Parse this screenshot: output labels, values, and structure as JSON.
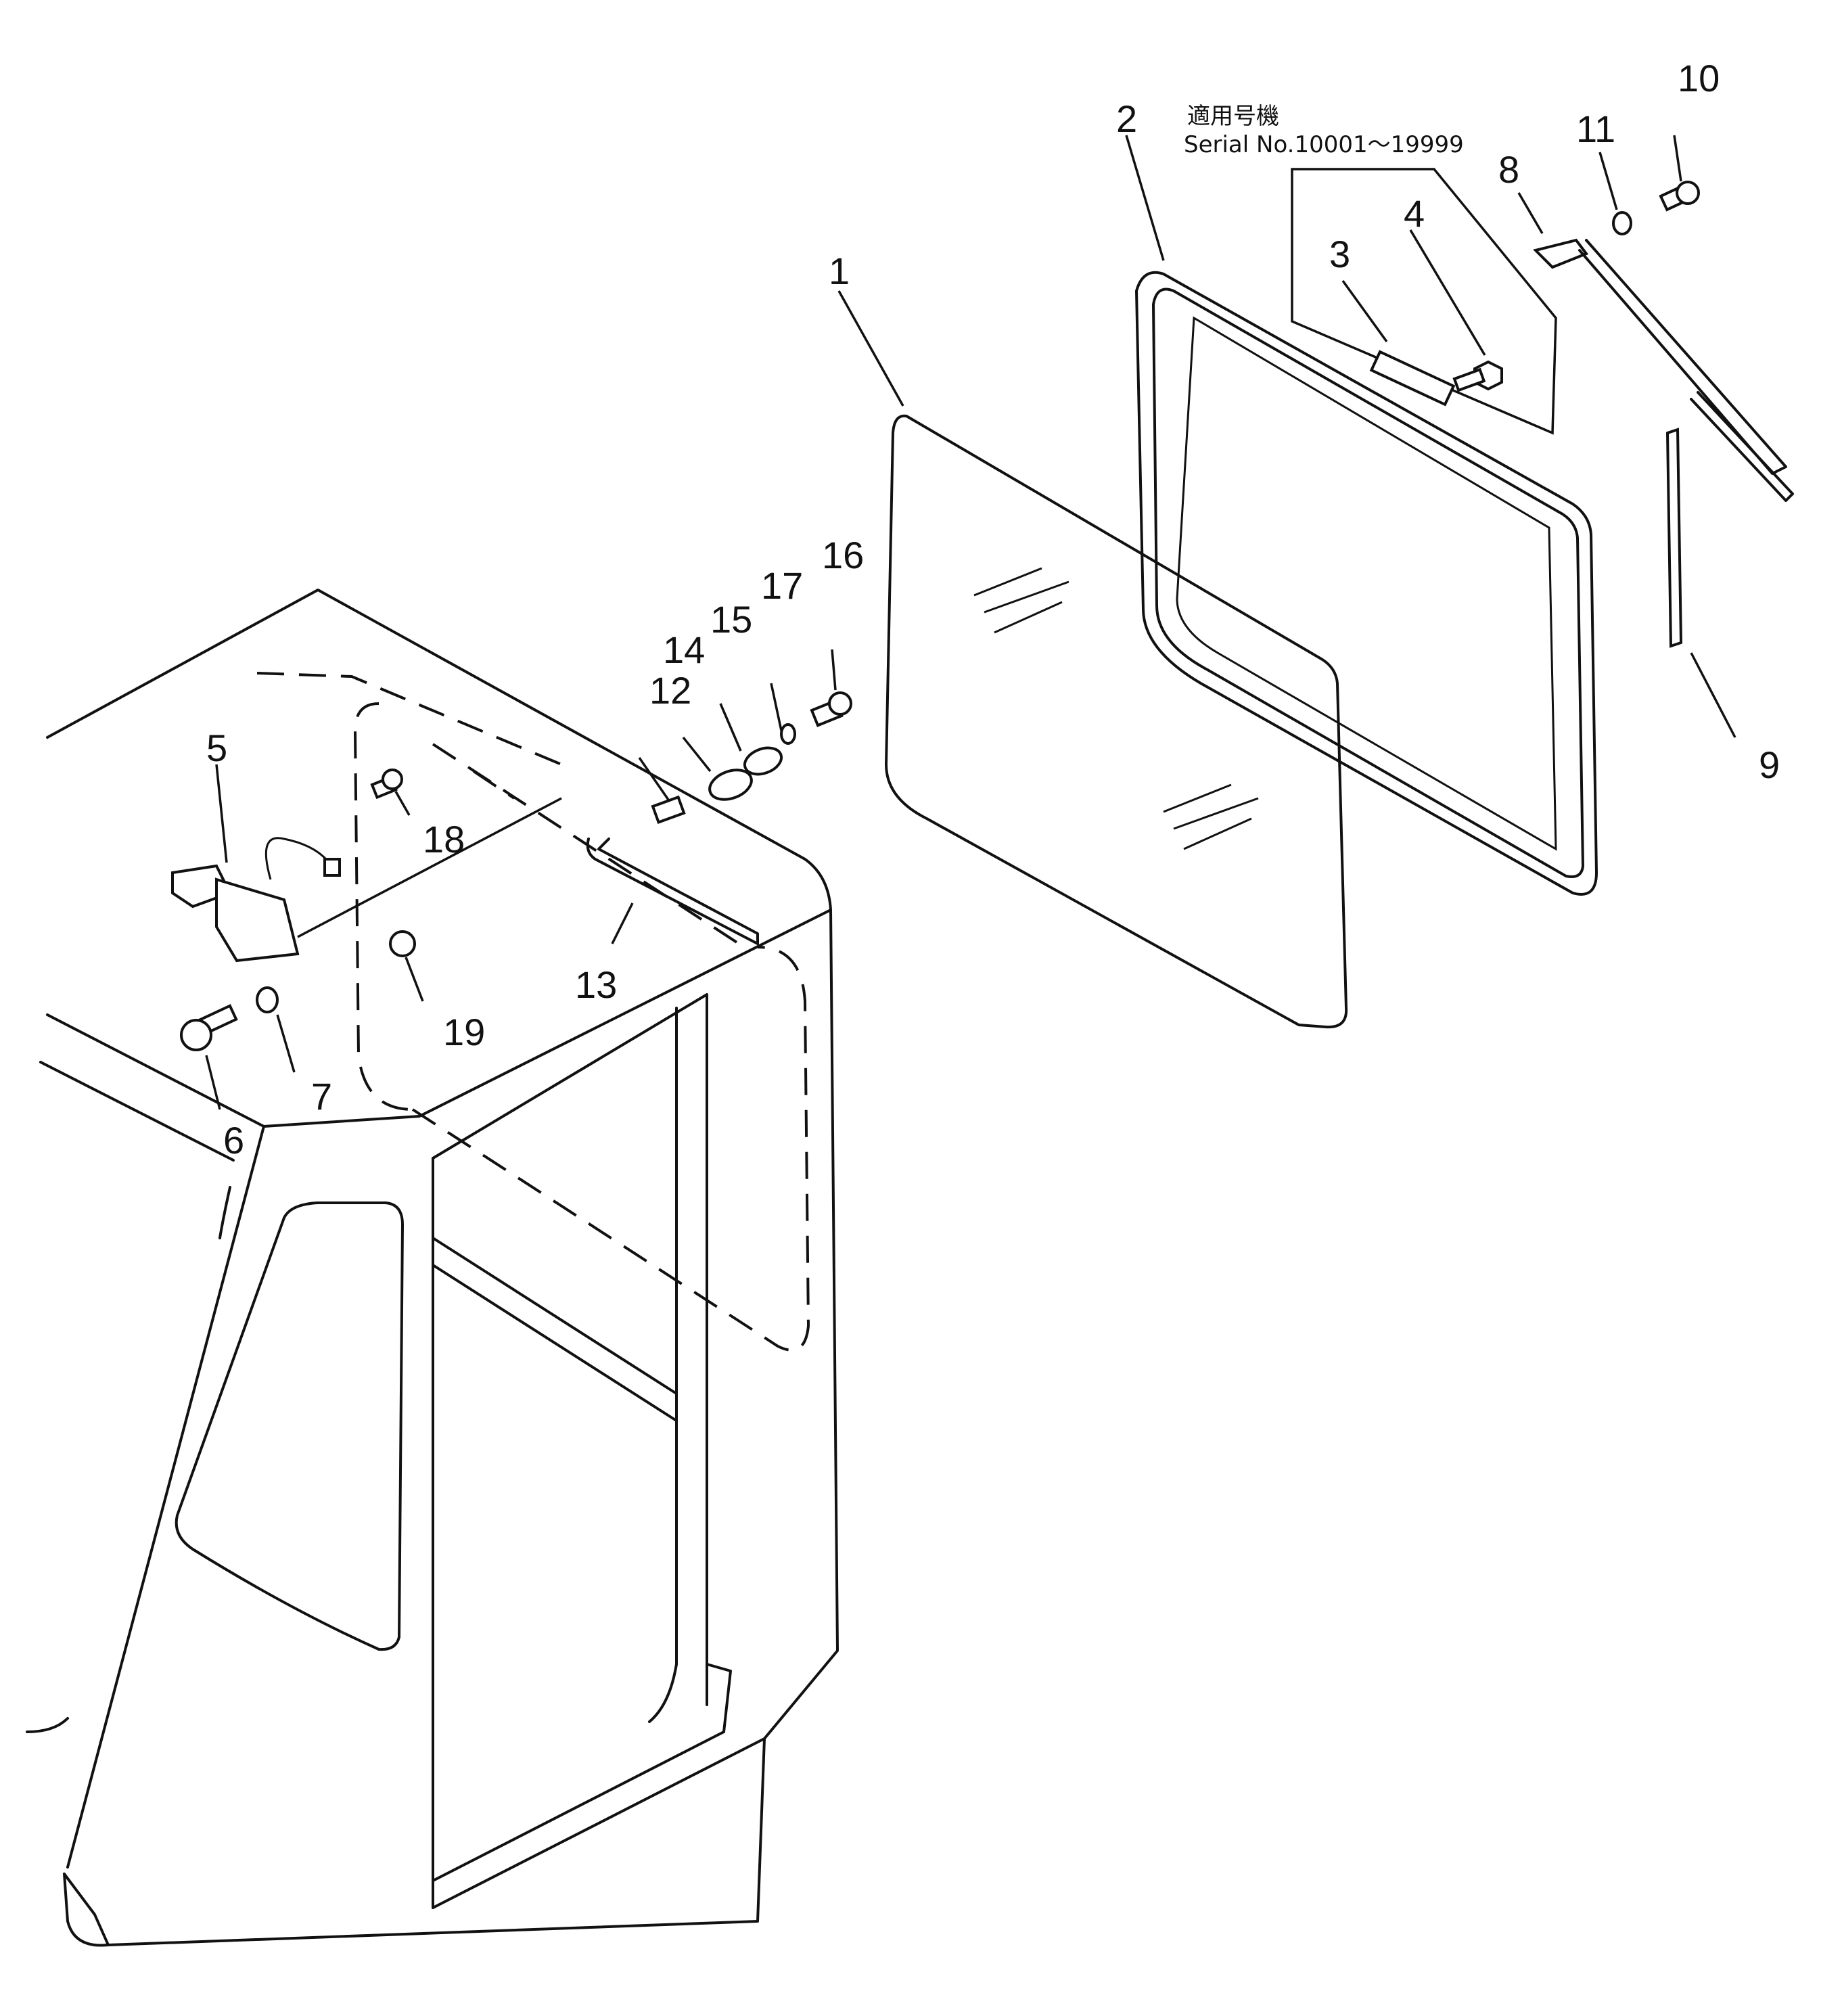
{
  "note": {
    "line1": "適用号機",
    "line2": "Serial No.10001～19999"
  },
  "callouts": [
    "1",
    "2",
    "3",
    "4",
    "5",
    "6",
    "7",
    "8",
    "9",
    "10",
    "11",
    "12",
    "13",
    "14",
    "15",
    "16",
    "17",
    "18",
    "19"
  ]
}
